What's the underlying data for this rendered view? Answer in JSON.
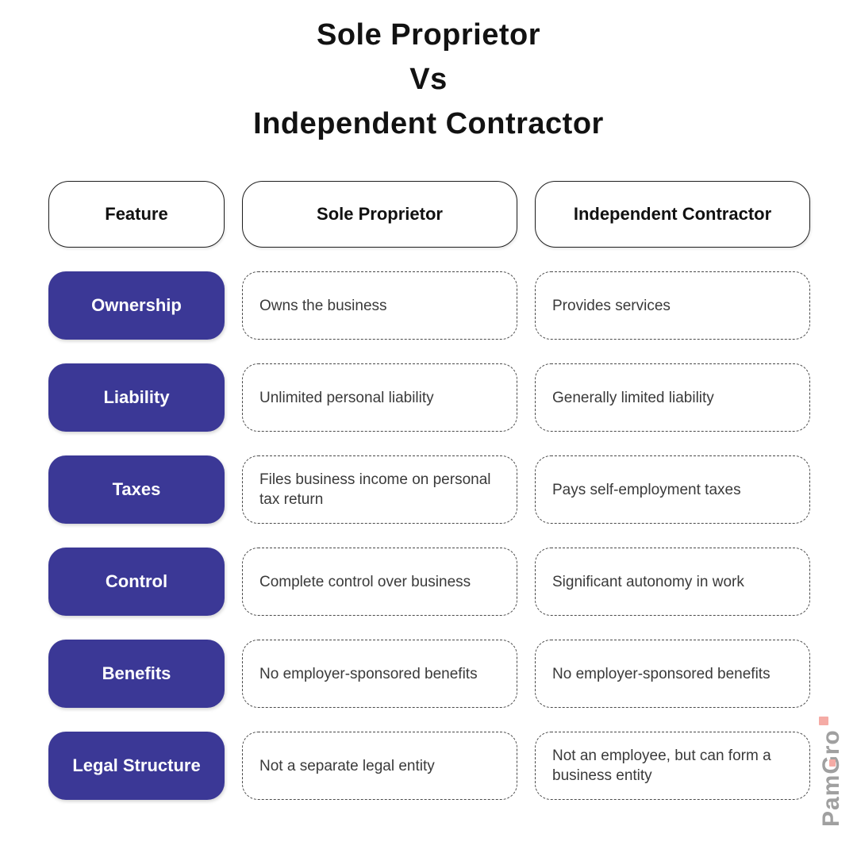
{
  "title": {
    "lines": [
      "Sole Proprietor",
      "Vs",
      "Independent Contractor"
    ]
  },
  "table": {
    "headers": {
      "feature": "Feature",
      "sole_proprietor": "Sole Proprietor",
      "independent_contractor": "Independent Contractor"
    },
    "rows": [
      {
        "feature": "Ownership",
        "sole": "Owns the business",
        "independent": "Provides services"
      },
      {
        "feature": "Liability",
        "sole": "Unlimited personal liability",
        "independent": "Generally limited liability"
      },
      {
        "feature": "Taxes",
        "sole": "Files business income on personal tax return",
        "independent": "Pays self-employment taxes"
      },
      {
        "feature": "Control",
        "sole": "Complete control over business",
        "independent": "Significant autonomy in work"
      },
      {
        "feature": "Benefits",
        "sole": "No employer-sponsored benefits",
        "independent": "No employer-sponsored benefits"
      },
      {
        "feature": "Legal Structure",
        "sole": "Not a separate legal entity",
        "independent": "Not an employee, but can form a business entity"
      }
    ]
  },
  "watermark": {
    "brand": "PamGro"
  },
  "colors": {
    "background": "#ffffff",
    "title_text": "#121212",
    "feature_box_bg": "#3b3896",
    "feature_box_text": "#ffffff",
    "header_border": "#1e1e1e",
    "cell_border": "#4a4a4a",
    "cell_text": "#3a3a3a",
    "watermark_gray": "#a0a0a0",
    "watermark_pink": "#f5aba5"
  }
}
